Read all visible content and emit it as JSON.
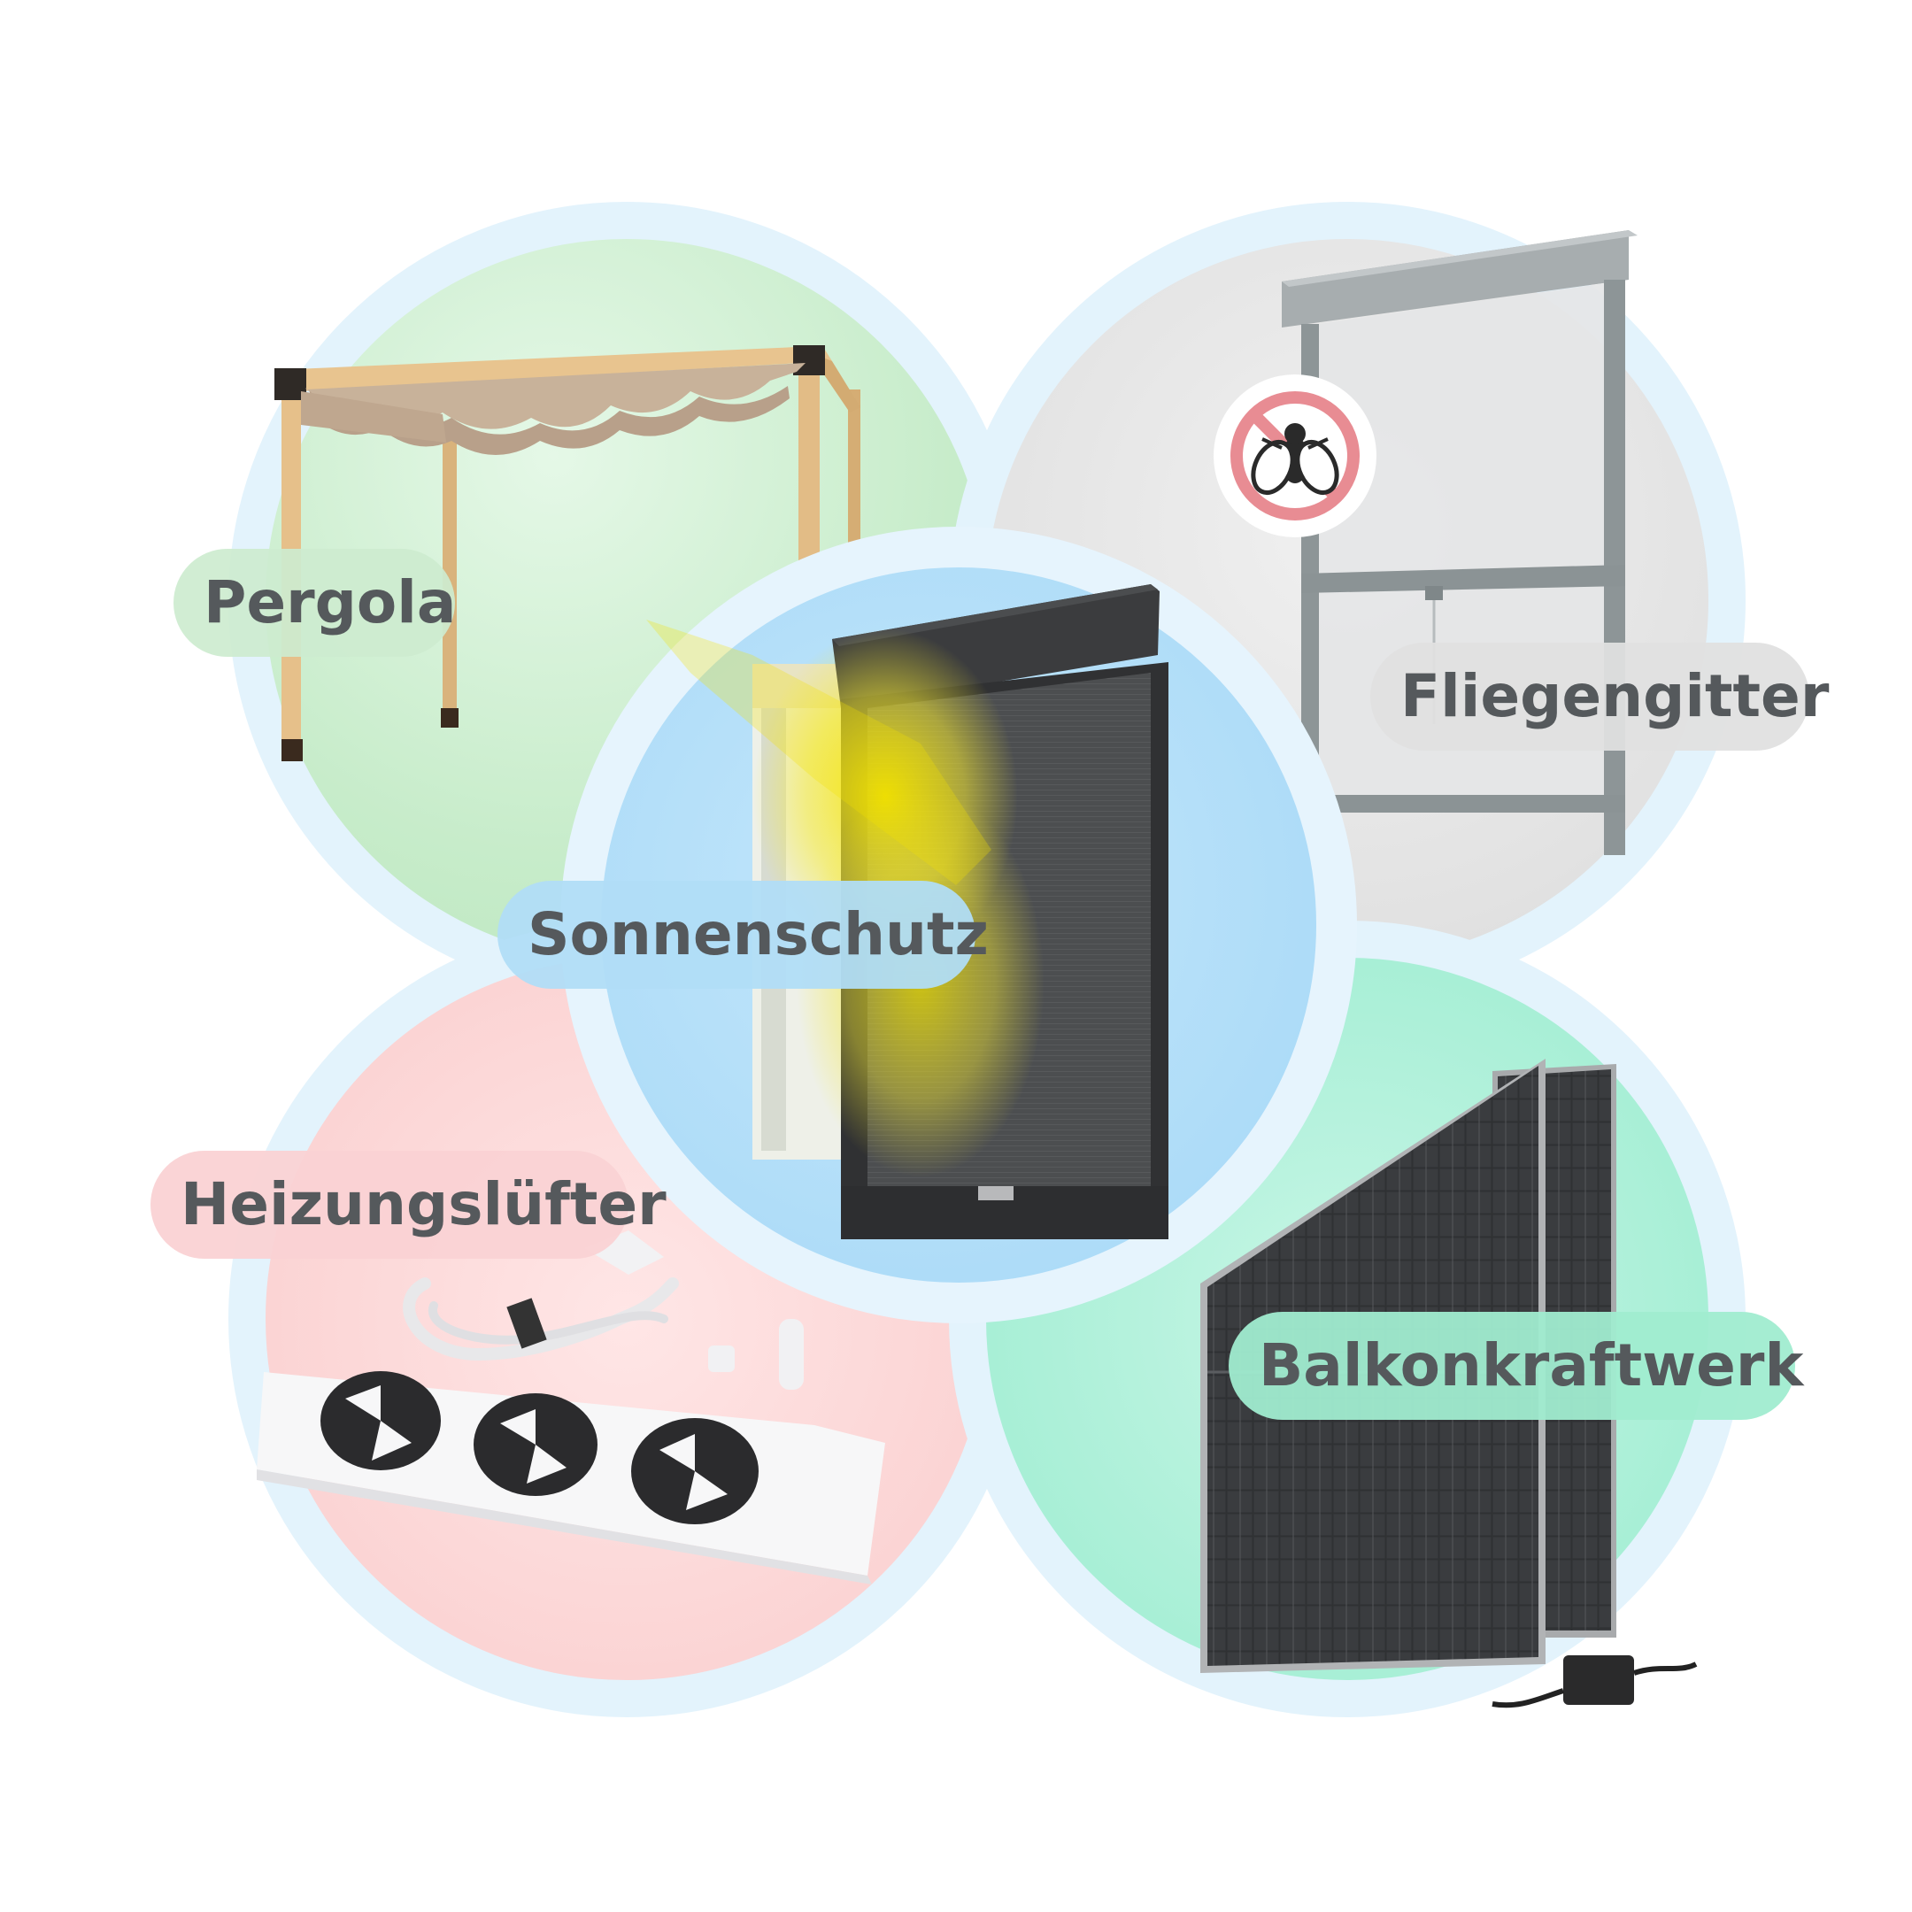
{
  "labels": {
    "pergola": "Pergola",
    "fliegengitter": "Fliegengitter",
    "sonnenschutz": "Sonnenschutz",
    "heizungsluefter": "Heizungslüfter",
    "balkonkraftwerk": "Balkonkraftwerk"
  },
  "icons": {
    "no_insect": "no-insect-icon"
  },
  "colors": {
    "pergola_circle": "#c7ecca",
    "fliegengitter_circle": "#e2e2e2",
    "sonnenschutz_circle": "#aedcf8",
    "heizungsluefter_circle": "#fbd4d4",
    "balkonkraftwerk_circle": "#a8efd6",
    "ring": "#e3f3fc",
    "label_text": "#55595c",
    "sun_glow": "#f3e400"
  }
}
